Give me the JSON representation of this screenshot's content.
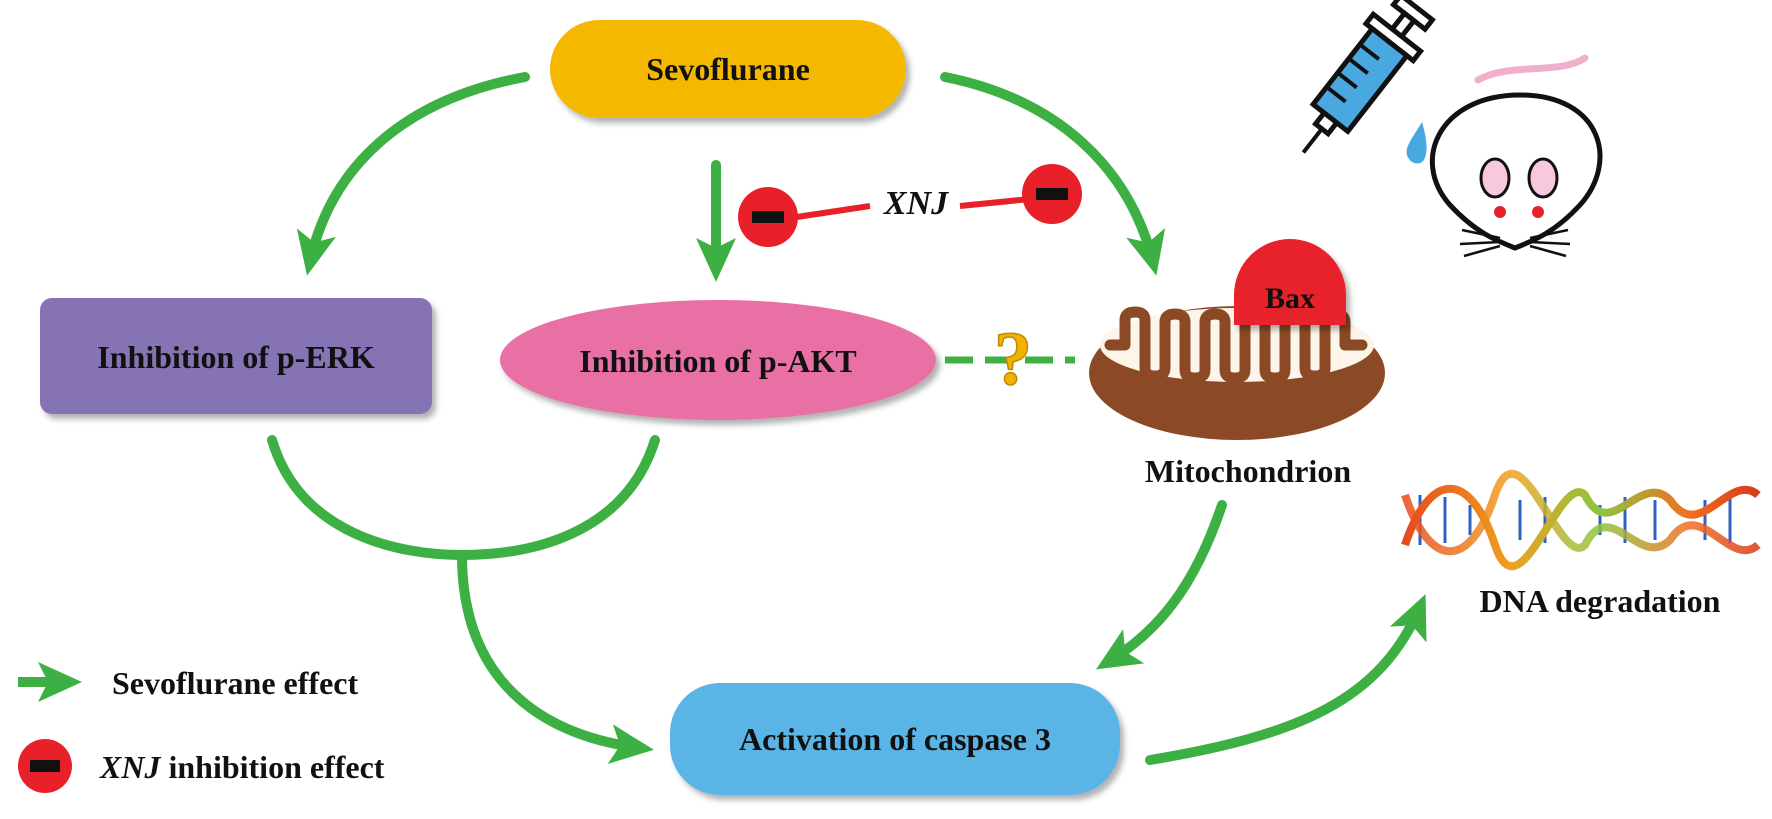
{
  "nodes": {
    "sevoflurane": "Sevoflurane",
    "perk": "Inhibition of p-ERK",
    "pakt": "Inhibition of p-AKT",
    "mitochondrion": "Mitochondrion",
    "bax": "Bax",
    "caspase": "Activation of caspase 3",
    "dna": "DNA degradation"
  },
  "xnj_label": "XNJ",
  "question_mark": "?",
  "legend": {
    "sevo_effect": "Sevoflurane effect",
    "xnj_name": "XNJ",
    "xnj_effect": " inhibition effect"
  },
  "colors": {
    "arrow": "#3cb043",
    "inhibit": "#e8202a",
    "sevoflurane": "#f5b800",
    "perk": "#8573b3",
    "pakt": "#e96fa5",
    "caspase": "#5ab4e6",
    "mito_outer": "#8b4a25",
    "mito_inner": "#fdf5ea",
    "bax": "#e8202a",
    "question": "#f0b400"
  }
}
